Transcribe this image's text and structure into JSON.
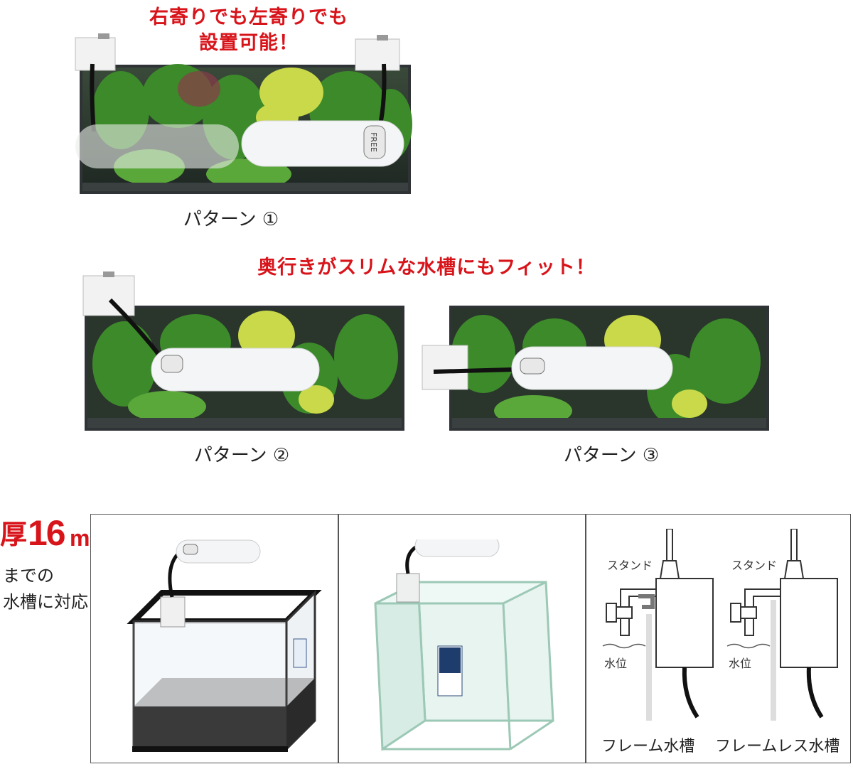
{
  "top_heading": {
    "line1": "右寄りでも左寄りでも",
    "line2": "設置可能！"
  },
  "pattern1_label": "パターン ①",
  "middle_heading": "奥行きがスリムな水槽にもフィット！",
  "pattern2_label": "パターン ②",
  "pattern3_label": "パターン ③",
  "thickness": {
    "prefix": "厚",
    "number": "16",
    "unit": "mm",
    "line1": "までの",
    "line2": "水槽に対応!"
  },
  "diagram": {
    "stand_label": "スタンド",
    "water_label": "水位",
    "frame_caption": "フレーム水槽",
    "frameless_caption": "フレームレス水槽"
  },
  "light_badge": "FREE",
  "colors": {
    "accent_red": "#d8141b",
    "tank_frame": "#2f3336",
    "light_body": "#f4f5f6",
    "plant_green": "#3c8a2a",
    "plant_yellow": "#c9d94a"
  }
}
